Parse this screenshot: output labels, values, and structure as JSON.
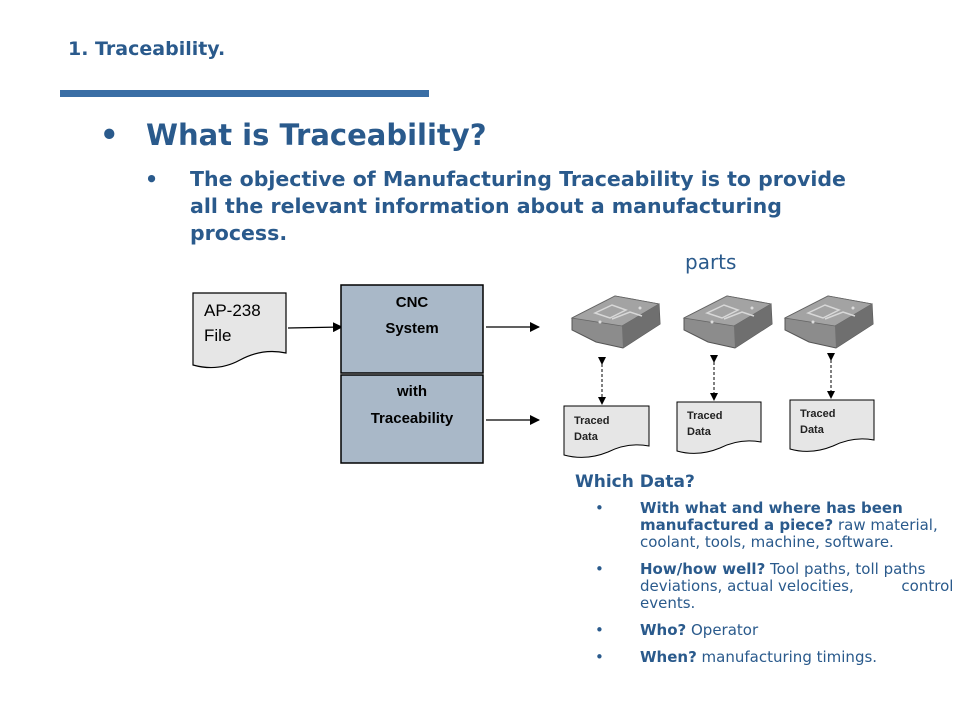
{
  "header": {
    "section_title": "1. Traceability."
  },
  "main": {
    "heading": "What is Traceability?",
    "objective": "The objective of Manufacturing Traceability is to provide all the relevant information about a manufacturing process."
  },
  "diagram": {
    "file_label_line1": "AP-238",
    "file_label_line2": "File",
    "cnc_line1": "CNC",
    "cnc_line2": "System",
    "trace_line1": "with",
    "trace_line2": "Traceability",
    "parts_label": "parts",
    "traced_line1": "Traced",
    "traced_line2": "Data"
  },
  "which_data": {
    "heading": "Which Data?",
    "items": [
      {
        "bold": "With what and where has been manufactured a piece?",
        "rest": " raw material, coolant, tools, machine, software."
      },
      {
        "bold": "How/how well?",
        "rest": " Tool paths, toll paths deviations, actual velocities,          control events."
      },
      {
        "bold": "Who?",
        "rest": " Operator"
      },
      {
        "bold": "When?",
        "rest": " manufacturing timings."
      }
    ]
  },
  "colors": {
    "accent": "#2a5a8c",
    "bar": "#3a6ea5",
    "box_fill": "#a9b8c8",
    "doc_fill": "#e6e6e6",
    "part_fill": "#8c8c8c"
  }
}
